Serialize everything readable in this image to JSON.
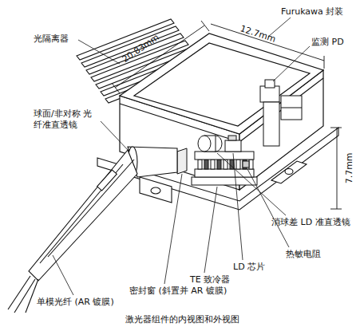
{
  "diagram": {
    "caption": "激光器组件的内视图和外视图",
    "labels": [
      "20.83mm",
      "12.7mm",
      "Furukawa 封装",
      "光隔离器",
      "监测 PD",
      "球面/非对称 光纤准直透镜",
      "7.7mm",
      "消球差 LD 准直透镜",
      "热敏电阻",
      "LD 芯片",
      "TE 致冷器",
      "密封窗 (斜置并 AR 镀膜)",
      "单模光纤 (AR 镀膜)"
    ]
  }
}
